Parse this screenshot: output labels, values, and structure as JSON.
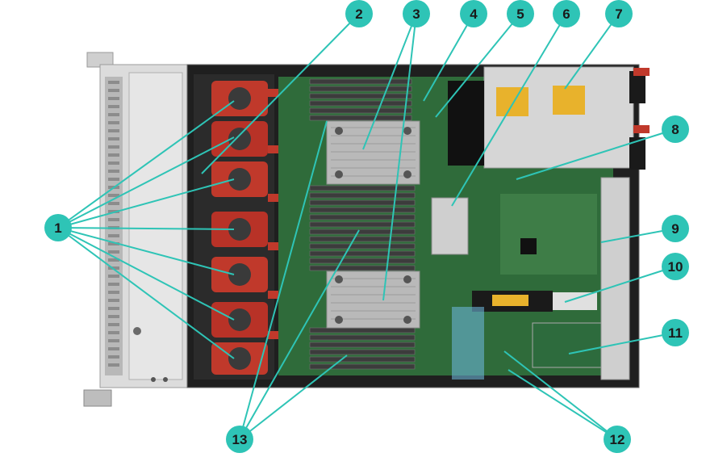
{
  "accent_color": "#2ec4b6",
  "callouts": [
    {
      "id": "c1",
      "label": "1"
    },
    {
      "id": "c2",
      "label": "2"
    },
    {
      "id": "c3",
      "label": "3"
    },
    {
      "id": "c4",
      "label": "4"
    },
    {
      "id": "c5",
      "label": "5"
    },
    {
      "id": "c6",
      "label": "6"
    },
    {
      "id": "c7",
      "label": "7"
    },
    {
      "id": "c8",
      "label": "8"
    },
    {
      "id": "c9",
      "label": "9"
    },
    {
      "id": "c10",
      "label": "10"
    },
    {
      "id": "c11",
      "label": "11"
    },
    {
      "id": "c12",
      "label": "12"
    },
    {
      "id": "c13",
      "label": "13"
    }
  ],
  "photo_labels": {
    "psu_label_color": "#e8b22c",
    "fan_color": "#c0392b",
    "board_color": "#2f6b3a"
  }
}
